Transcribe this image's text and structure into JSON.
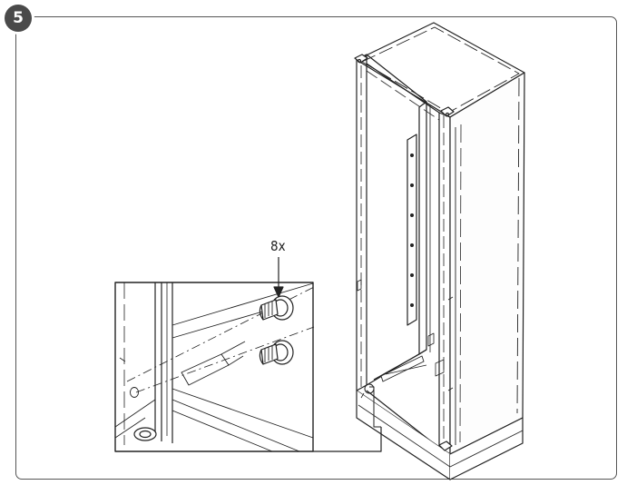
{
  "step": {
    "number": "5"
  },
  "callout": {
    "quantity": "8x"
  },
  "icons": [
    "cabinet-drawing",
    "screw-with-washer-icon",
    "detail-inset"
  ]
}
